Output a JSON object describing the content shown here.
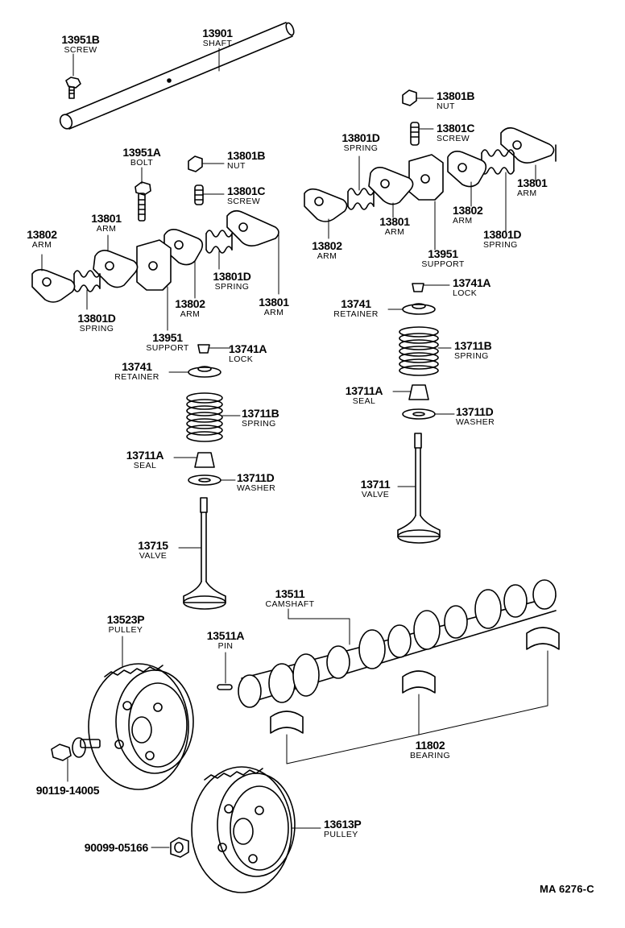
{
  "diagram_ref": "MA 6276-C",
  "colors": {
    "ink": "#000000",
    "paper": "#ffffff"
  },
  "parts": {
    "p13951B": {
      "number": "13951B",
      "name": "SCREW"
    },
    "p13901": {
      "number": "13901",
      "name": "SHAFT"
    },
    "p13801B_right": {
      "number": "13801B",
      "name": "NUT"
    },
    "p13801D_right_top": {
      "number": "13801D",
      "name": "SPRING"
    },
    "p13801C_right": {
      "number": "13801C",
      "name": "SCREW"
    },
    "p13951A": {
      "number": "13951A",
      "name": "BOLT"
    },
    "p13801B_left": {
      "number": "13801B",
      "name": "NUT"
    },
    "p13801C_left": {
      "number": "13801C",
      "name": "SCREW"
    },
    "p13801_right_arm_a": {
      "number": "13801",
      "name": "ARM"
    },
    "p13802_left_top": {
      "number": "13802",
      "name": "ARM"
    },
    "p13801_left_arm": {
      "number": "13801",
      "name": "ARM"
    },
    "p13801_right_arm_b": {
      "number": "13801",
      "name": "ARM"
    },
    "p13802_right_b": {
      "number": "13802",
      "name": "ARM"
    },
    "p13801D_right_bottom": {
      "number": "13801D",
      "name": "SPRING"
    },
    "p13802_right_a": {
      "number": "13802",
      "name": "ARM"
    },
    "p13951_right": {
      "number": "13951",
      "name": "SUPPORT"
    },
    "p13801D_left_mid": {
      "number": "13801D",
      "name": "SPRING"
    },
    "p13741A_right": {
      "number": "13741A",
      "name": "LOCK"
    },
    "p13802_left_mid": {
      "number": "13802",
      "name": "ARM"
    },
    "p13801_left_right": {
      "number": "13801",
      "name": "ARM"
    },
    "p13741_right": {
      "number": "13741",
      "name": "RETAINER"
    },
    "p13801D_left_bottom": {
      "number": "13801D",
      "name": "SPRING"
    },
    "p13951_left": {
      "number": "13951",
      "name": "SUPPORT"
    },
    "p13741A_left": {
      "number": "13741A",
      "name": "LOCK"
    },
    "p13711B_right": {
      "number": "13711B",
      "name": "SPRING"
    },
    "p13741_left": {
      "number": "13741",
      "name": "RETAINER"
    },
    "p13711A_right": {
      "number": "13711A",
      "name": "SEAL"
    },
    "p13711D_right": {
      "number": "13711D",
      "name": "WASHER"
    },
    "p13711B_left": {
      "number": "13711B",
      "name": "SPRING"
    },
    "p13711A_left": {
      "number": "13711A",
      "name": "SEAL"
    },
    "p13711D_left": {
      "number": "13711D",
      "name": "WASHER"
    },
    "p13711": {
      "number": "13711",
      "name": "VALVE"
    },
    "p13715": {
      "number": "13715",
      "name": "VALVE"
    },
    "p13511": {
      "number": "13511",
      "name": "CAMSHAFT"
    },
    "p13523P": {
      "number": "13523P",
      "name": "PULLEY"
    },
    "p13511A": {
      "number": "13511A",
      "name": "PIN"
    },
    "p11802": {
      "number": "11802",
      "name": "BEARING"
    },
    "p90119": {
      "number": "90119-14005"
    },
    "p13613P": {
      "number": "13613P",
      "name": "PULLEY"
    },
    "p90099": {
      "number": "90099-05166"
    }
  }
}
